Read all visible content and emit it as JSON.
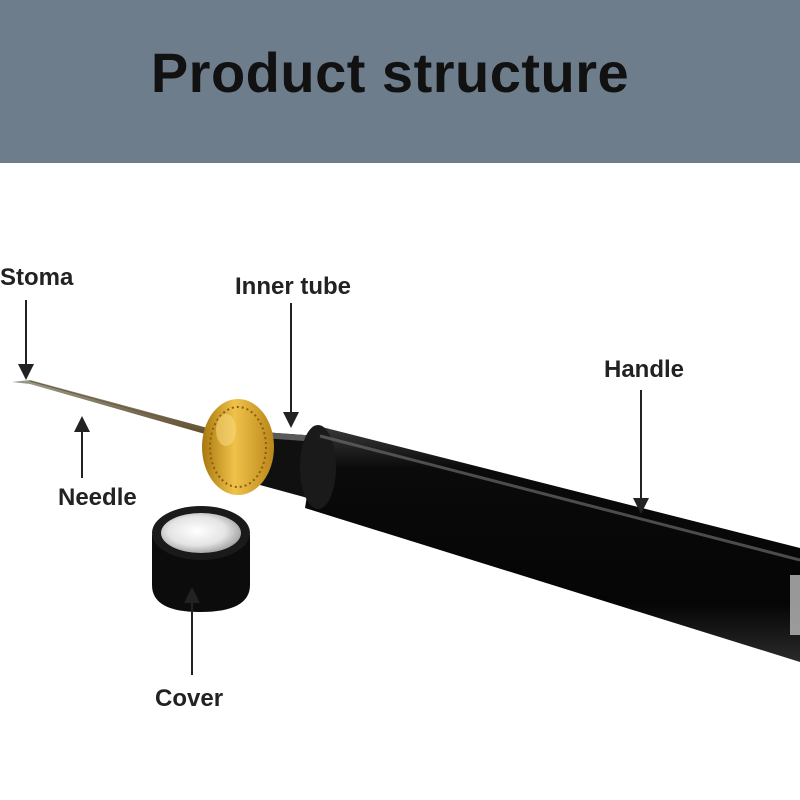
{
  "title": "Product structure",
  "labels": {
    "stoma": "Stoma",
    "inner_tube": "Inner tube",
    "handle": "Handle",
    "needle": "Needle",
    "cover": "Cover"
  },
  "colors": {
    "header_bg": "#6e7d8c",
    "brass": "#d9a520",
    "handle": "#0b0b0b"
  }
}
